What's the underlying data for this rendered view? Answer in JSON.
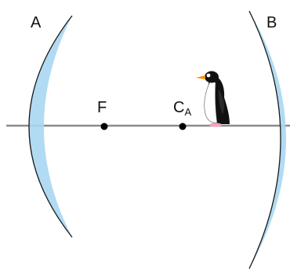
{
  "labels": {
    "mirror_a": "A",
    "mirror_b": "B",
    "focal_point": "F",
    "center_main": "C",
    "center_sub": "A"
  },
  "colors": {
    "mirror_glass": "#a9d7f2",
    "mirror_edge": "#1a1a1a",
    "axis": "#8c8c8c",
    "point": "#000000",
    "penguin_body": "#111111",
    "penguin_belly": "#ffffff",
    "penguin_beak": "#ff8a00",
    "penguin_feet": "#f2a3c1"
  },
  "icons": {
    "object": "penguin-icon"
  }
}
